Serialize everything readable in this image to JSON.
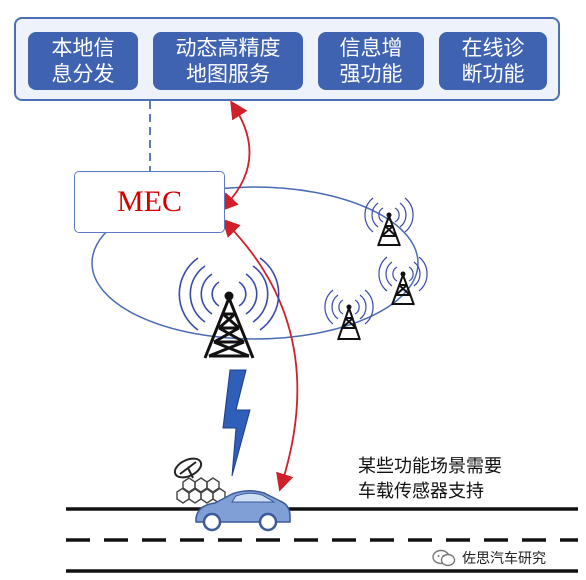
{
  "services": [
    {
      "id": "local-info",
      "label": "本地信\n息分发"
    },
    {
      "id": "hd-map",
      "label": "动态高精度\n地图服务"
    },
    {
      "id": "info-enhance",
      "label": "信息增\n强功能"
    },
    {
      "id": "online-diag",
      "label": "在线诊\n断功能"
    }
  ],
  "mec": {
    "label": "MEC"
  },
  "note": {
    "text": "某些功能场景需要\n车载传感器支持"
  },
  "watermark": {
    "text": "佐思汽车研究"
  },
  "colors": {
    "service_fill": "#3f63b0",
    "panel_border": "#4a6fb3",
    "mec_text": "#d40000",
    "arrow": "#d0202a",
    "lightning": "#2f5fb8",
    "car": "#7f9fd6",
    "tower": "#111111",
    "signal": "#3a4aa8",
    "road": "#111111"
  },
  "icons": [
    "tower-icon",
    "signal-waves-icon",
    "lightning-icon",
    "car-icon",
    "sensor-dish-icon",
    "wechat-icon"
  ]
}
